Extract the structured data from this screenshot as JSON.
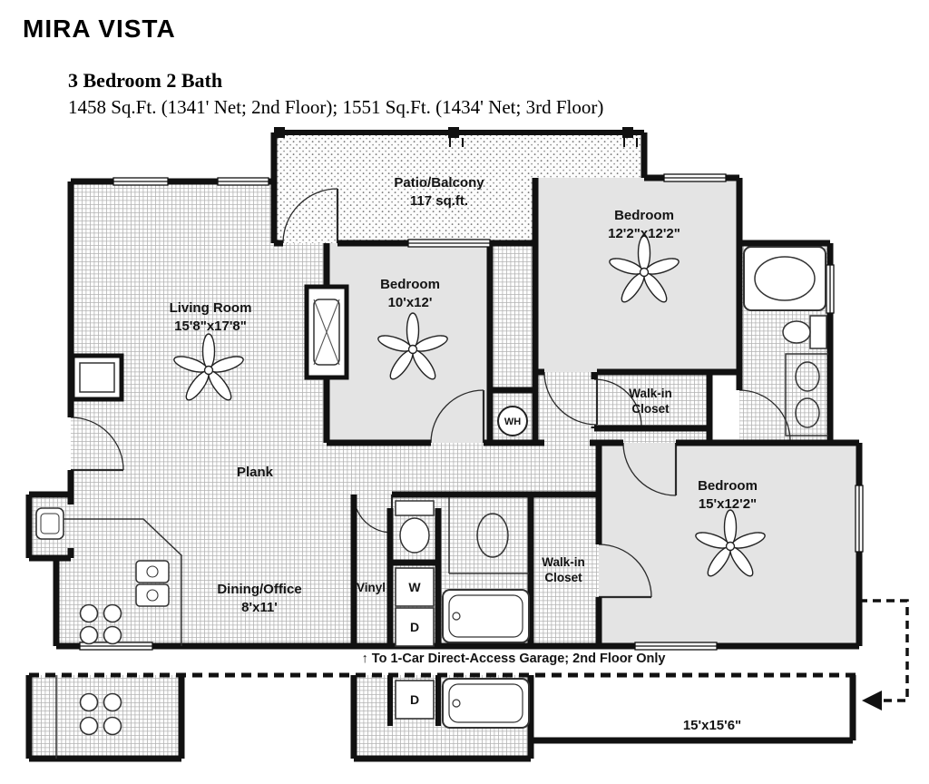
{
  "header": {
    "title": "MIRA VISTA",
    "subtitle": "3 Bedroom 2 Bath",
    "area_line": "1458 Sq.Ft. (1341' Net; 2nd Floor); 1551 Sq.Ft. (1434' Net; 3rd Floor)"
  },
  "rooms": {
    "patio": {
      "name": "Patio/Balcony",
      "dims": "117 sq.ft."
    },
    "bedroom_top_right": {
      "name": "Bedroom",
      "dims": "12'2\"x12'2\""
    },
    "bedroom_middle": {
      "name": "Bedroom",
      "dims": "10'x12'"
    },
    "living_room": {
      "name": "Living Room",
      "dims": "15'8\"x17'8\""
    },
    "walk_in_closet_upper": {
      "line1": "Walk-in",
      "line2": "Closet"
    },
    "bedroom_bottom_right": {
      "name": "Bedroom",
      "dims": "15'x12'2\""
    },
    "dining_office": {
      "name": "Dining/Office",
      "dims": "8'x11'"
    },
    "walk_in_closet_lower": {
      "line1": "Walk-in",
      "line2": "Closet"
    },
    "garage": {
      "dims": "15'x15'6\""
    }
  },
  "floor_labels": {
    "plank": "Plank",
    "vinyl": "Vinyl"
  },
  "appliances": {
    "washer": "W",
    "dryer": "D",
    "dryer_lower": "D",
    "water_heater": "WH"
  },
  "notes": {
    "garage_note": "↑ To 1-Car Direct-Access Garage; 2nd Floor Only"
  },
  "colors": {
    "wall": "#111111",
    "carpet": "#e4e4e4"
  }
}
